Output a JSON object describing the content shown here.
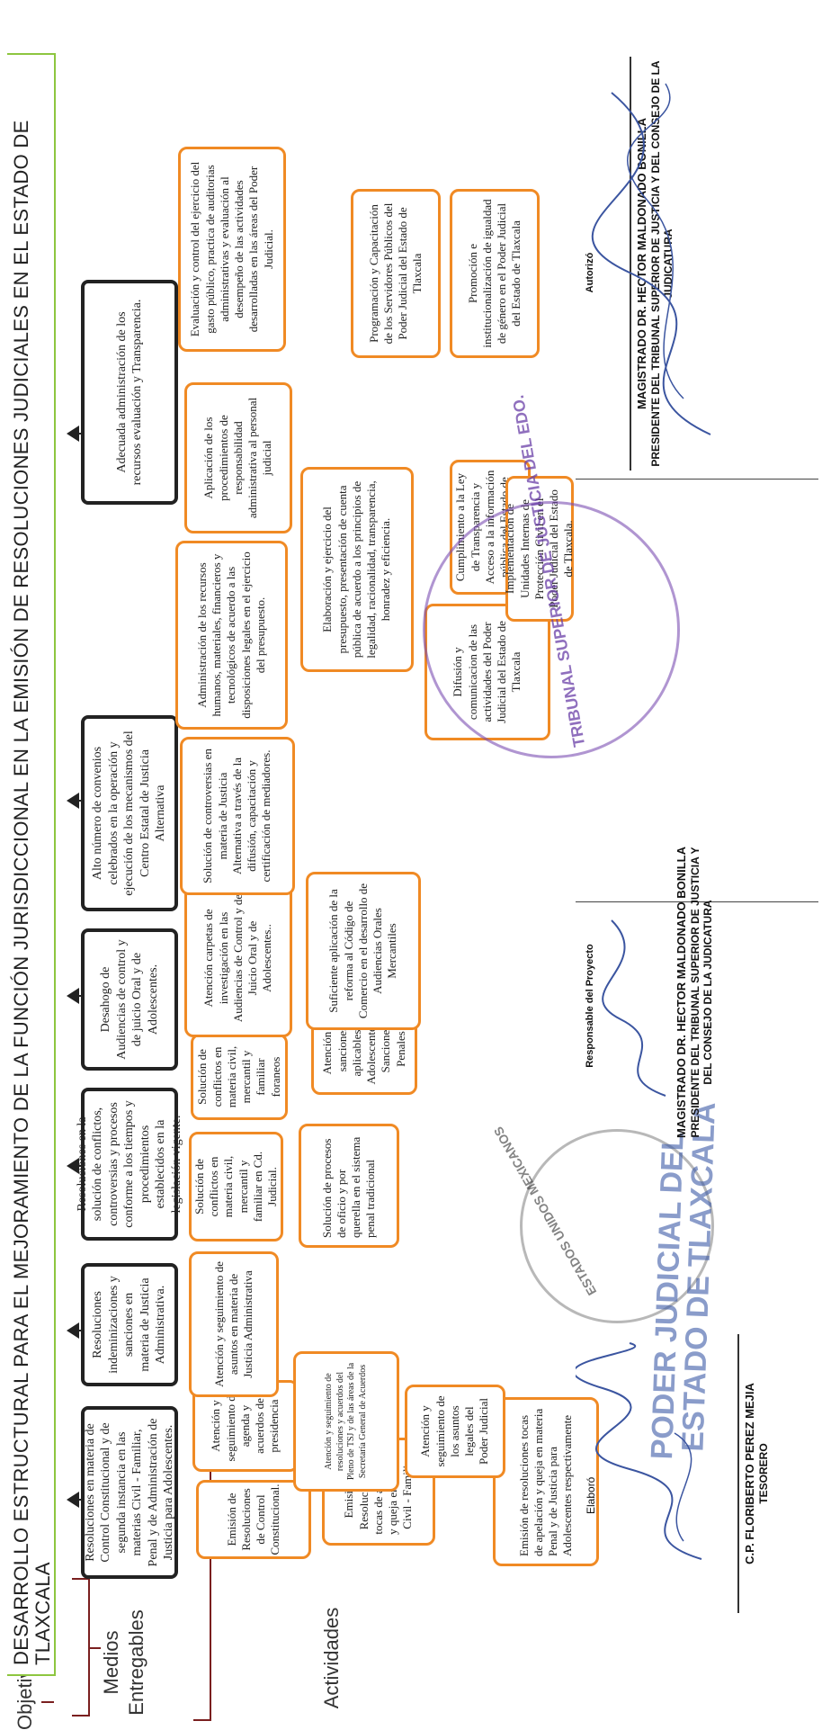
{
  "objective": {
    "label": "Objetivo",
    "text": "DESARROLLO ESTRUCTURAL PARA EL MEJORAMIENTO DE LA FUNCIÓN JURISDICCIONAL EN LA EMISIÓN DE RESOLUCIONES JUDICIALES EN EL ESTADO DE TLAXCALA"
  },
  "row_labels": {
    "medios": "Medios Entregables",
    "actividades": "Actividades"
  },
  "deliverables": [
    "Resoluciones en materia de Control Constitucional y de segunda instancia en las materias Civil - Familiar, Penal y de Administración de Justicia para Adolescentes.",
    "Resoluciones indeminizaciones y sanciones en materia de Justicia Administrativa.",
    "Resoluciones en la solución de conflictos, controversias y procesos conforme a los tiempos y procedimientos establecidos en la legislación vigente.",
    "Desahogo de Audiencias de control y de juicio Oral y de Adolescentes.",
    "Alto número de convenios celebrados en la operación y ejecución de los mecanismos del Centro Estatal de Justicia Alternativa",
    "Adecuada administración de los recursos evaluación y Transparencia."
  ],
  "activities": {
    "a1": "Emisión de Resoluciones de Control Constitucional.",
    "a2": "Emisión de Resoluciones de tocas de apelación y queja en materia Civil - Familiar.",
    "a3": "Emisión de resoluciones tocas de apelación y queja en materia Penal y de Justicia para Adolescentes respectivamente",
    "a4": "Atención y seguimiento de agenda y acuerdos de presidencia",
    "a5": "Atención y seguimiento de resoluciones y acuerdos del Pleno de TSJ y de las áreas de la Secretaría General de Acuerdos",
    "a6": "Atención y seguimiento de los asuntos legales del Poder Judicial",
    "a7": "Atención y seguimiento de asuntos en materia de Justicia Administrativa",
    "a8": "Solución de conflictos en materia civil, mercantil y familiar en Cd. Judicial.",
    "a9": "Solución de procesos de oficio y por querella en el sistema penal tradicional",
    "a10": "Solución de conflictos en materia civil, mercantil y familiar foraneos",
    "a11": "Atención a sanciones aplicables a Adolescentes y Sanciones Penales",
    "a12": "Atención carpetas de investigación en las Audiencias de Control y de Juicio Oral y de Adolescentes..",
    "a13": "Suficiente aplicación de la reforma al Código de Comercio en el desarrollo de Audiencias Orales Mercantiles",
    "a14": "Solución de controversias en materia de Justicia Alternativa a través de la difusión, capacitación y certificación de mediadores.",
    "a15": "Administración de los recursos humanos, materiales, financieros y tecnológicos de acuerdo a las disposiciones legales en el ejercicio del presupuesto.",
    "a16": "Aplicación de los procedimientos de responsabilidad administrativa al personal judicial",
    "a17": "Evaluación y control del ejercicio del gasto público, practica de auditorias administrativas y evaluación al desempeño de las actividades desarrolladas en las áreas del Poder Judicial.",
    "a18": "Elaboración y ejercicio del presupuesto, presentación de cuenta pública de acuerdo a los principios de legalidad, racionalidad, transparencia, honradez y eficiencia.",
    "a19": "Programación y Capacitación de los Servidores Públicos del Poder Judicial del Estado de Tlaxcala",
    "a20": "Difusión y comunicacion de las actividades del Poder Judicial del Estado de Tlaxcala",
    "a21": "Cumplimiento a la Ley de Transparencia y Acceso a la información pública del Estado de Tlaxcala.",
    "a22": "Promoción e institucionalización de igualdad de género en el Poder Judicial del Estado de Tlaxcala",
    "a23": "Implementación de Unidades Internas de Protección Civil en el Poder Judicial del Estado de Tlaxcala."
  },
  "signatures": {
    "elaboro_label": "Elaboró",
    "elaboro_name": "C.P. FLORIBERTO PEREZ MEJIA",
    "elaboro_role": "TESORERO",
    "responsable_label": "Responsable del Proyecto",
    "responsable_name": "MAGISTRADO DR. HECTOR MALDONADO BONILLA",
    "responsable_role": "PRESIDENTE DEL TRIBUNAL SUPERIOR DE JUSTICIA Y DEL CONSEJO DE LA JUDICATURA",
    "autorizo_label": "Autorizó",
    "autorizo_name": "MAGISTRADO DR. HECTOR MALDONADO BONILLA",
    "autorizo_role": "PRESIDENTE DEL TRIBUNAL SUPERIOR DE JUSTICIA Y DEL CONSEJO DE LA JUDICATURA"
  },
  "stamps": {
    "seal_text": "ESTADOS UNIDOS MEXICANOS",
    "poder_judicial_line1": "PODER JUDICIAL DEL",
    "poder_judicial_line2": "ESTADO DE TLAXCALA",
    "tribunal_seal": "TRIBUNAL SUPERIOR DE JUSTICIA DEL EDO."
  },
  "colors": {
    "activity_border": "#f08a24",
    "deliverable_border": "#222222",
    "objective_border": "#8dc63f",
    "bracket": "#7a1f1f",
    "stamp": "#7b4fb3"
  }
}
